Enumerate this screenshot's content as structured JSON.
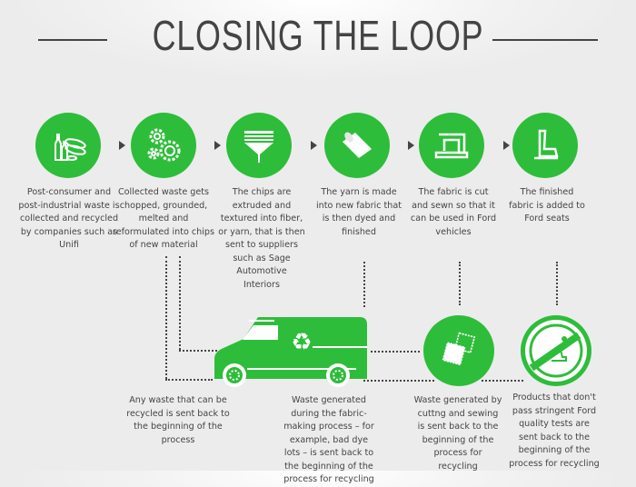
{
  "title": "CLOSING THE LOOP",
  "colors": {
    "accent": "#2ebd3a",
    "text": "#444444",
    "background": "#eeeeee"
  },
  "steps": [
    {
      "icon": "bottles-waste-icon",
      "text": "Post-consumer and post-industrial waste is collected and recycled by companies such as Unifi"
    },
    {
      "icon": "gears-icon",
      "text": "Collected waste gets chopped, grounded, melted and reformulated into chips of new material"
    },
    {
      "icon": "extruder-funnel-icon",
      "text": "The chips are extruded and textured into fiber, or yarn, that is then sent to suppliers such as Sage Automotive Interiors"
    },
    {
      "icon": "fabric-roll-icon",
      "text": "The yarn is made into new fabric that is then dyed and finished"
    },
    {
      "icon": "sewing-machine-icon",
      "text": "The fabric is cut and sewn so that it can be used in Ford vehicles"
    },
    {
      "icon": "car-seat-icon",
      "text": "The finished fabric is added to Ford seats"
    }
  ],
  "recycling": [
    {
      "icon": "recycling-van-icon",
      "text": "Any waste that can be recycled is sent back to the beginning of the process"
    },
    {
      "icon": "recycling-van-icon",
      "text": "Waste generated during the fabric-making process – for example, bad dye lots – is sent back to the beginning of the process for recycling"
    },
    {
      "icon": "fabric-scraps-icon",
      "text": "Waste generated by cuttng and sewing is sent back to the beginning of the process for recycling"
    },
    {
      "icon": "rejected-seat-icon",
      "text": "Products that don't pass stringent Ford quality tests are sent back to the beginning of the process for recycling"
    }
  ]
}
